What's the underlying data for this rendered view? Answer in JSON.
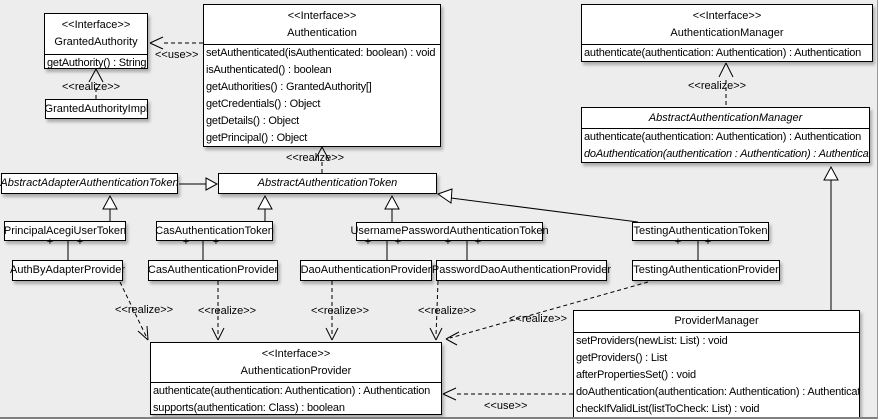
{
  "canvas": {
    "background": "#ededed",
    "box_fill": "#ffffff",
    "line_color": "#000000"
  },
  "labels": {
    "use": "<<use>>",
    "realize": "<<realize>>",
    "plus": "+"
  },
  "classes": {
    "granted_authority": {
      "stereotype": "<<Interface>>",
      "name": "GrantedAuthority",
      "methods": [
        "getAuthority() : String"
      ]
    },
    "granted_authority_impl": {
      "name": "GrantedAuthorityImpl"
    },
    "authentication": {
      "stereotype": "<<Interface>>",
      "name": "Authentication",
      "methods": [
        "setAuthenticated(isAuthenticated: boolean) : void",
        "isAuthenticated() : boolean",
        "getAuthorities() : GrantedAuthority[]",
        "getCredentials() : Object",
        "getDetails() : Object",
        "getPrincipal() : Object"
      ]
    },
    "authentication_manager": {
      "stereotype": "<<Interface>>",
      "name": "AuthenticationManager",
      "methods": [
        "authenticate(authentication: Authentication) : Authentication"
      ]
    },
    "abstract_authentication_manager": {
      "name": "AbstractAuthenticationManager",
      "methods": [
        "authenticate(authentication: Authentication) : Authentication",
        "doAuthentication(authentication : Authentication) : Authentication"
      ]
    },
    "abstract_adapter_authentication_token": {
      "name": "AbstractAdapterAuthenticationToken"
    },
    "abstract_authentication_token": {
      "name": "AbstractAuthenticationToken"
    },
    "principal_acegi_user_token": {
      "name": "PrincipalAcegiUserToken"
    },
    "cas_authentication_token": {
      "name": "CasAuthenticationToken"
    },
    "username_password_authentication_token": {
      "name": "UsernamePasswordAuthenticationToken"
    },
    "testing_authentication_token": {
      "name": "TestingAuthenticationToken"
    },
    "auth_by_adapter_provider": {
      "name": "AuthByAdapterProvider"
    },
    "cas_authentication_provider": {
      "name": "CasAuthenticationProvider"
    },
    "dao_authentication_provider": {
      "name": "DaoAuthenticationProvider"
    },
    "password_dao_authentication_provider": {
      "name": "PasswordDaoAuthenticationProvider"
    },
    "testing_authentication_provider": {
      "name": "TestingAuthenticationProvider"
    },
    "authentication_provider": {
      "stereotype": "<<Interface>>",
      "name": "AuthenticationProvider",
      "methods": [
        "authenticate(authentication: Authentication) : Authentication",
        "supports(authentication: Class) : boolean"
      ]
    },
    "provider_manager": {
      "name": "ProviderManager",
      "methods": [
        "setProviders(newList: List) : void",
        "getProviders() : List",
        "afterPropertiesSet() : void",
        "doAuthentication(authentication: Authentication) : Authentication",
        "checkIfValidList(listToCheck: List) : void"
      ]
    }
  }
}
